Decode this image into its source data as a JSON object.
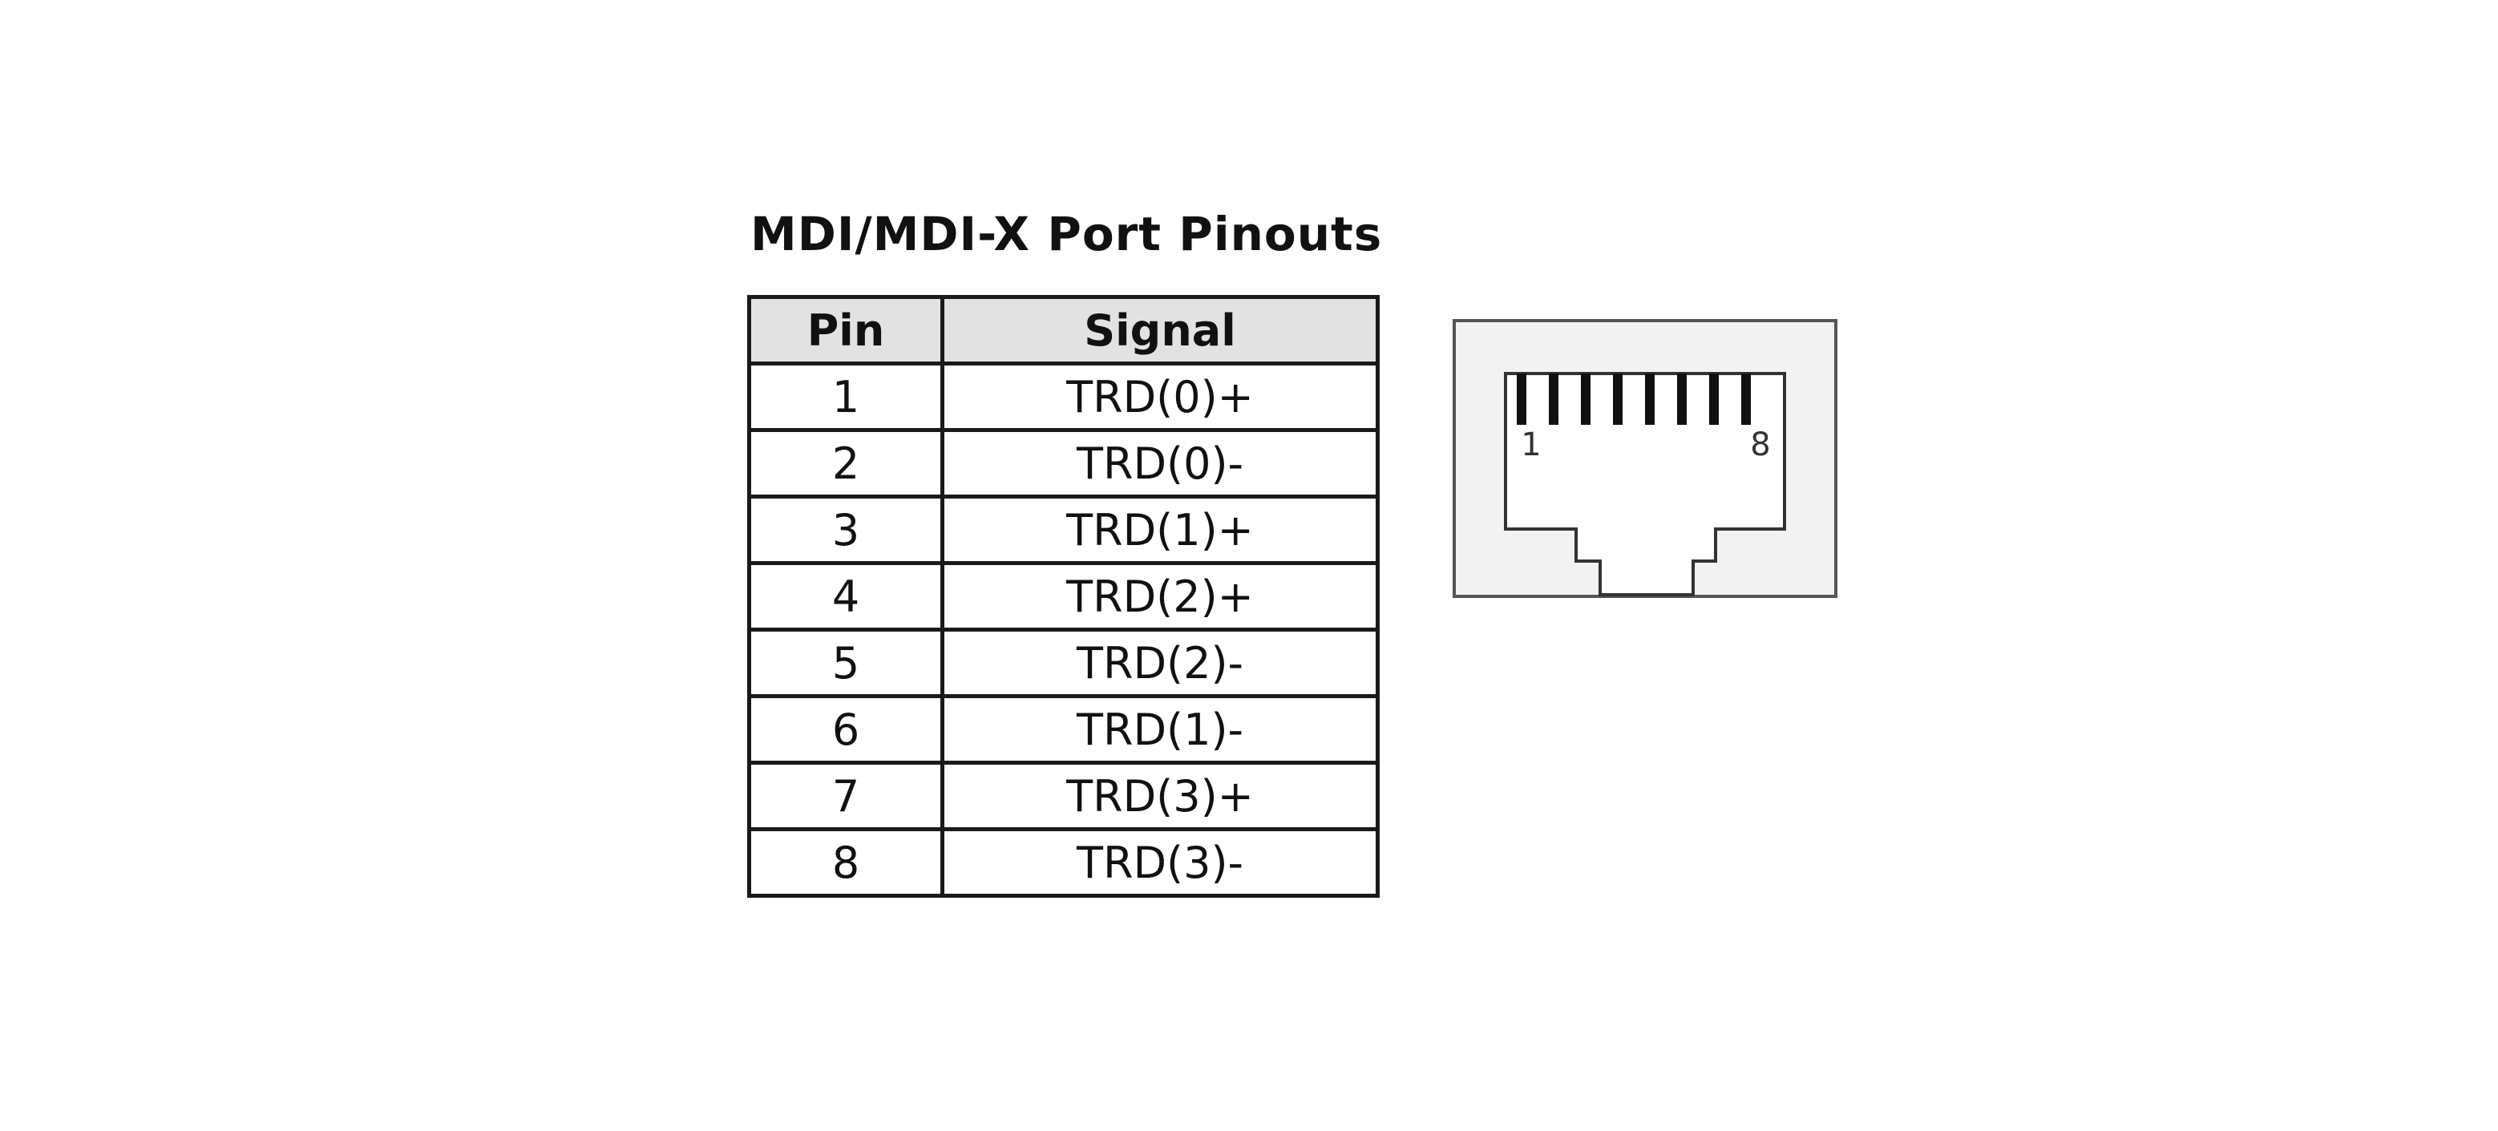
{
  "title": "MDI/MDI-X Port Pinouts",
  "table": {
    "headers": {
      "pin": "Pin",
      "signal": "Signal"
    },
    "rows": [
      {
        "pin": "1",
        "signal": "TRD(0)+"
      },
      {
        "pin": "2",
        "signal": "TRD(0)-"
      },
      {
        "pin": "3",
        "signal": "TRD(1)+"
      },
      {
        "pin": "4",
        "signal": "TRD(2)+"
      },
      {
        "pin": "5",
        "signal": "TRD(2)-"
      },
      {
        "pin": "6",
        "signal": "TRD(1)-"
      },
      {
        "pin": "7",
        "signal": "TRD(3)+"
      },
      {
        "pin": "8",
        "signal": "TRD(3)-"
      }
    ]
  },
  "port_diagram": {
    "left_label": "1",
    "right_label": "8",
    "pin_count": 8
  },
  "colors": {
    "header_bg": "#e2e2e2",
    "port_bg": "#f2f2f2",
    "line": "#1a1a1a"
  }
}
